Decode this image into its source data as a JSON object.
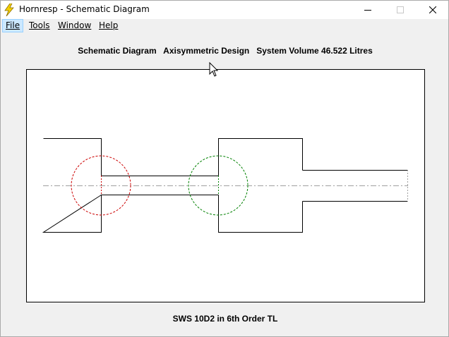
{
  "window": {
    "title": "Hornresp - Schematic Diagram",
    "app_icon": "lightning-icon",
    "controls": [
      "minimize-icon",
      "maximize-icon",
      "close-icon"
    ]
  },
  "menu": {
    "items": [
      {
        "label": "File",
        "active": true
      },
      {
        "label": "Tools"
      },
      {
        "label": "Window"
      },
      {
        "label": "Help"
      }
    ]
  },
  "diagram": {
    "heading": "Schematic Diagram   Axisymmetric Design   System Volume 46.522 Litres",
    "footer": "SWS 10D2 in 6th Order TL",
    "colors": {
      "outline": "#000000",
      "axis": "#a0a0a0",
      "driver_1_circle": "#cc0000",
      "driver_2_circle": "#008000"
    }
  }
}
